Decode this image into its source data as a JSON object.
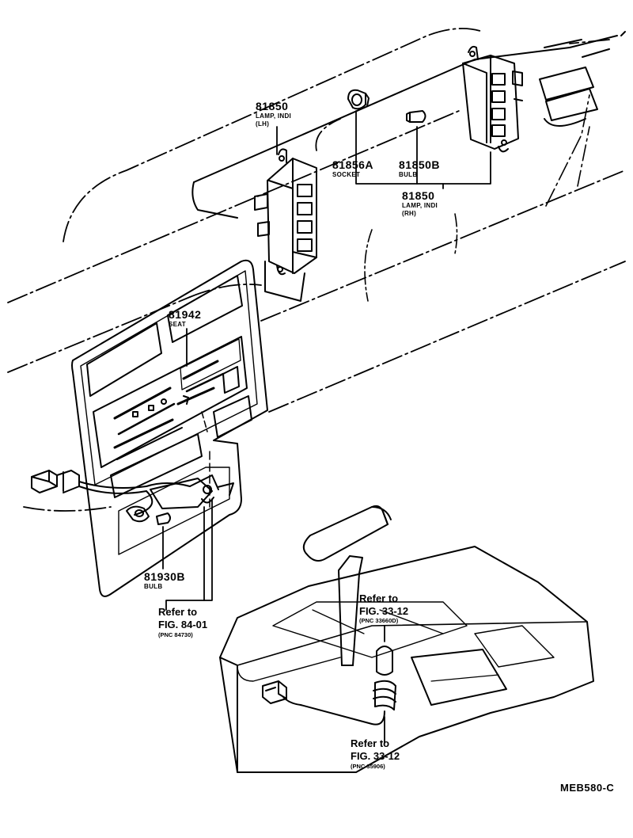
{
  "callouts": {
    "lamp_lh": {
      "part_no": "81850",
      "name": "LAMP, INDI",
      "side": "(LH)"
    },
    "socket": {
      "part_no": "81856A",
      "name": "SOCKET"
    },
    "bulb_top": {
      "part_no": "81850B",
      "name": "BULB"
    },
    "lamp_rh": {
      "part_no": "81850",
      "name": "LAMP, INDI",
      "side": "(RH)"
    },
    "seat": {
      "part_no": "81942",
      "name": "SEAT"
    },
    "bulb_lower": {
      "part_no": "81930B",
      "name": "BULB"
    }
  },
  "references": {
    "ref_84": {
      "refer": "Refer to",
      "fig": "FIG. 84-01",
      "pnc": "(PNC 84730)"
    },
    "ref_33_a": {
      "refer": "Refer to",
      "fig": "FIG. 33-12",
      "pnc": "(PNC 33660D)"
    },
    "ref_33_b": {
      "refer": "Refer to",
      "fig": "FIG. 33-12",
      "pnc": "(PNC 35906)"
    }
  },
  "figure_code": "MEB580-C"
}
